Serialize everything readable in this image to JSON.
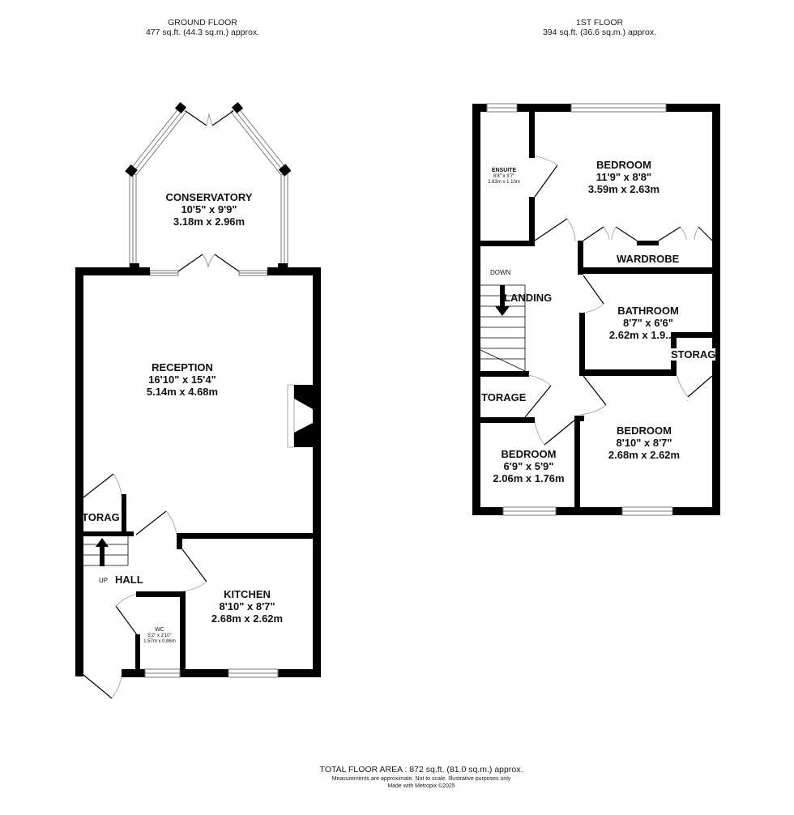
{
  "ground_floor": {
    "title": "GROUND FLOOR",
    "area": "477 sq.ft. (44.3 sq.m.) approx.",
    "rooms": [
      {
        "name": "CONSERVATORY",
        "imperial": "10'5\"  x 9'9\"",
        "metric": "3.18m  x 2.96m"
      },
      {
        "name": "RECEPTION",
        "imperial": "16'10\"  x 15'4\"",
        "metric": "5.14m  x 4.68m"
      },
      {
        "name": "KITCHEN",
        "imperial": "8'10\"  x 8'7\"",
        "metric": "2.68m  x 2.62m"
      },
      {
        "name": "WC",
        "imperial": "5'2\"  x 2'10\"",
        "metric": "1.57m  x 0.86m"
      }
    ],
    "labels": {
      "storage": "TORAG",
      "hall": "HALL",
      "up": "UP"
    }
  },
  "first_floor": {
    "title": "1ST FLOOR",
    "area": "394 sq.ft. (36.6 sq.m.) approx.",
    "rooms": [
      {
        "name": "ENSUITE",
        "imperial": "8'8\"  x 3'7\"",
        "metric": "2.63m  x 1.10m"
      },
      {
        "name": "BEDROOM",
        "imperial": "11'9\"  x 8'8\"",
        "metric": "3.59m  x 2.63m"
      },
      {
        "name": "BATHROOM",
        "imperial": "8'7\"  x 6'6\"",
        "metric": "2.62m  x 1.9..."
      },
      {
        "name": "BEDROOM",
        "imperial": "8'10\"  x 8'7\"",
        "metric": "2.68m  x 2.62m"
      },
      {
        "name": "BEDROOM",
        "imperial": "6'9\"  x 5'9\"",
        "metric": "2.06m  x 1.76m"
      }
    ],
    "labels": {
      "wardrobe": "WARDROBE",
      "landing": "LANDING",
      "down": "DOWN",
      "storage_left": "TORAGE",
      "storage_right": "STORAG"
    }
  },
  "footer": {
    "total": "TOTAL FLOOR AREA : 872 sq.ft. (81.0 sq.m.) approx.",
    "disclaimer": "Measurements are approximate.  Not to scale.  Illustrative purposes only",
    "credit": "Made with Metropix ©2025"
  },
  "colors": {
    "wall": "#000000",
    "window": "#999999",
    "background": "#ffffff"
  }
}
